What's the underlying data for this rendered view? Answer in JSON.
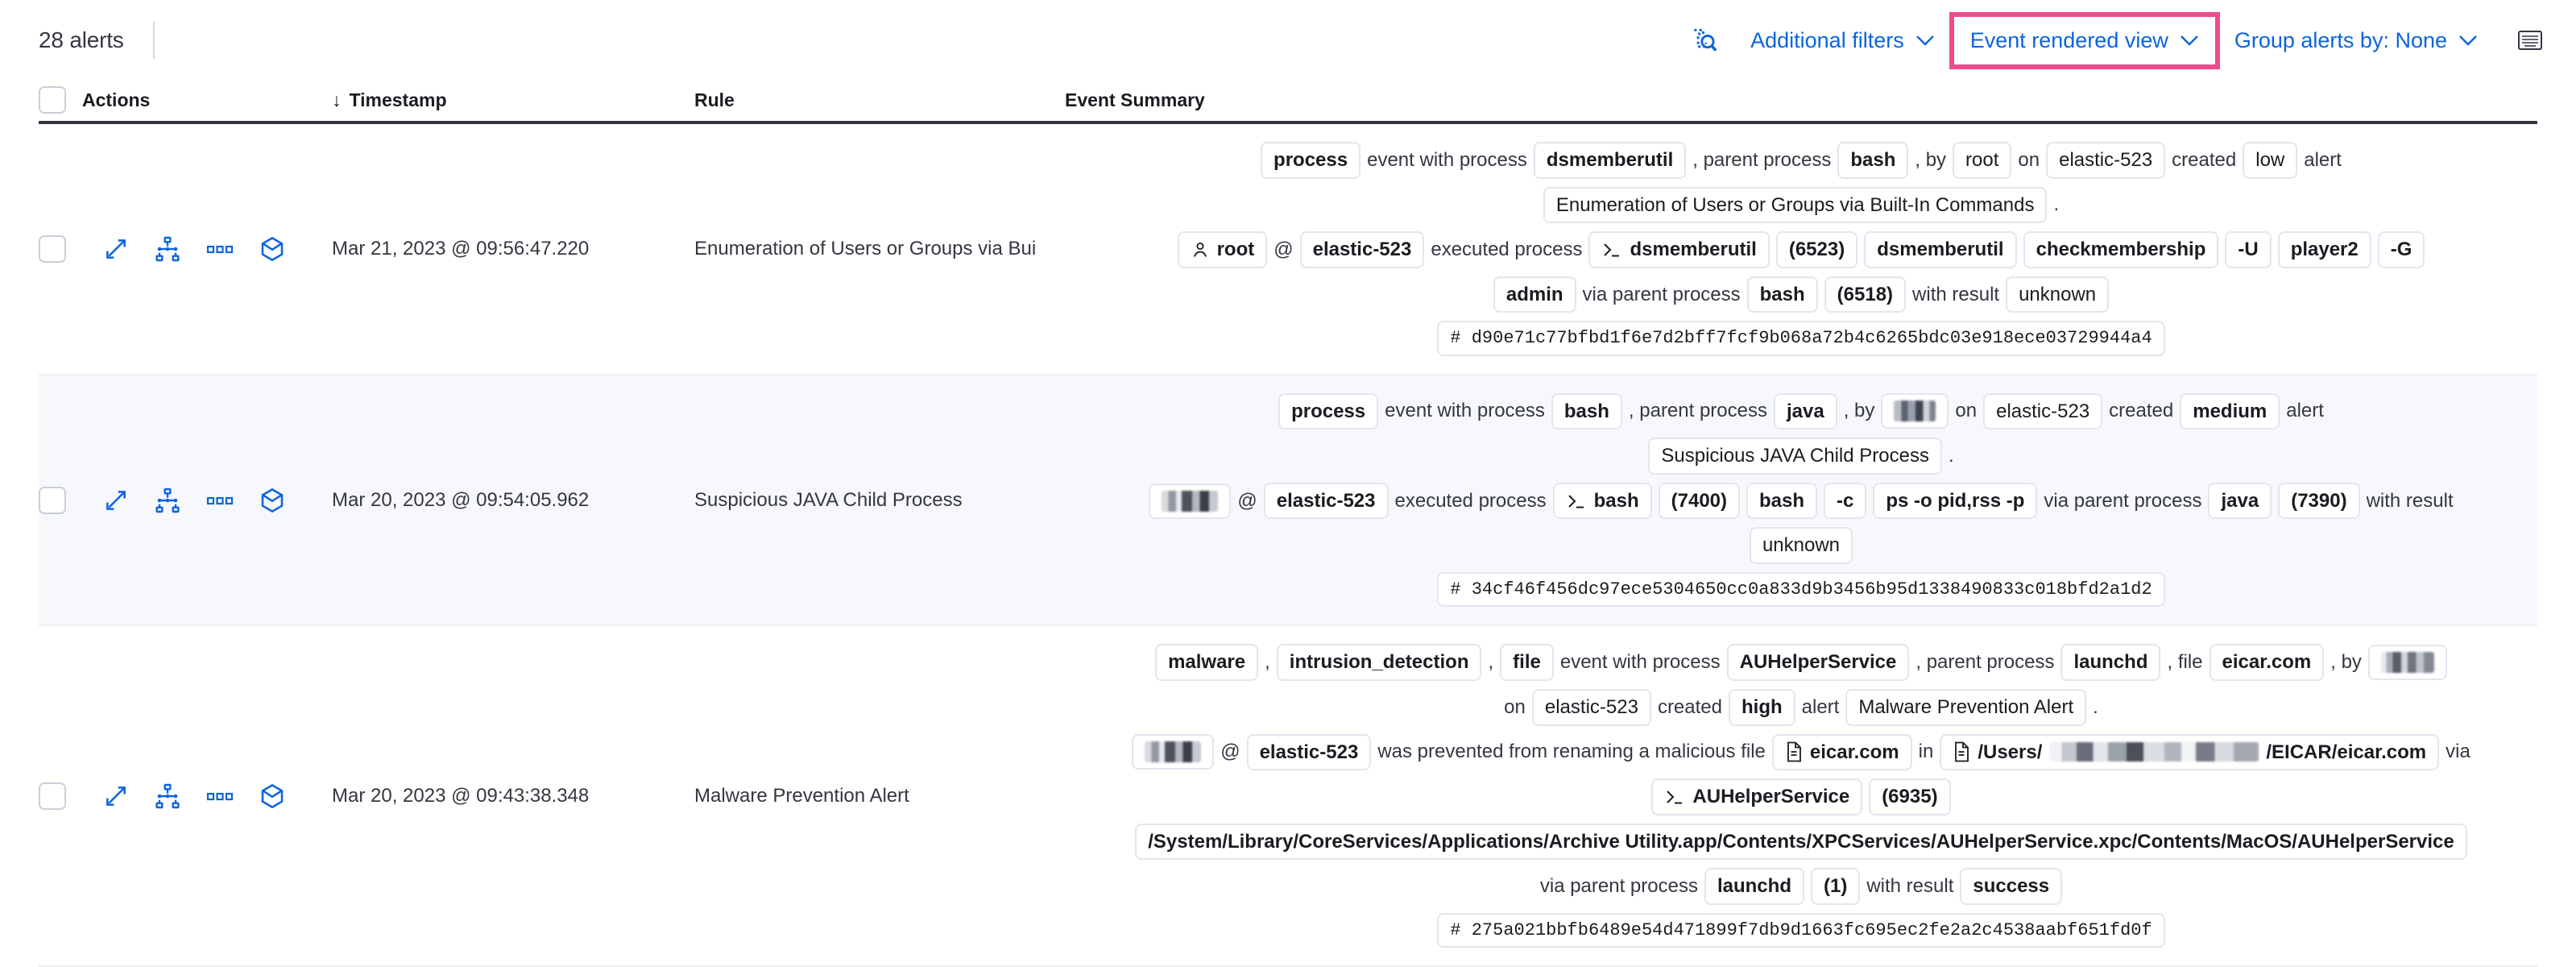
{
  "toolbar": {
    "alert_count": "28 alerts",
    "inspect_icon": "inspect-magnifier-icon",
    "additional_filters": "Additional filters",
    "event_rendered_view": "Event rendered view",
    "group_alerts_by": "Group alerts by: None",
    "caret": "⌄",
    "keyboard_icon": "keyboard-shortcuts-icon",
    "highlight_color": "#ee4a8c",
    "link_color": "#0b64dd"
  },
  "table": {
    "columns": {
      "select_all": "select-all-checkbox",
      "actions": "Actions",
      "timestamp": "Timestamp",
      "timestamp_sort": "↓",
      "rule": "Rule",
      "event_summary": "Event Summary"
    },
    "row_actions": [
      {
        "name": "expand-icon",
        "label": "Expand"
      },
      {
        "name": "analyzer-icon",
        "label": "Analyze event"
      },
      {
        "name": "more-actions-icon",
        "label": "More actions"
      },
      {
        "name": "session-view-icon",
        "label": "Open session view"
      }
    ],
    "rows": [
      {
        "timestamp": "Mar 21, 2023 @ 09:56:47.220",
        "rule": "Enumeration of Users or Groups via Bui",
        "striped": false,
        "summary": [
          {
            "parts": [
              {
                "t": "pill",
                "v": "process",
                "bold": true
              },
              {
                "t": "text",
                "v": "event with process"
              },
              {
                "t": "pill",
                "v": "dsmemberutil",
                "bold": true
              },
              {
                "t": "text",
                "v": ", parent process"
              },
              {
                "t": "pill",
                "v": "bash",
                "bold": true
              },
              {
                "t": "text",
                "v": ", by"
              },
              {
                "t": "pill",
                "v": "root"
              },
              {
                "t": "text",
                "v": "on"
              },
              {
                "t": "pill",
                "v": "elastic-523"
              },
              {
                "t": "text",
                "v": "created"
              },
              {
                "t": "pill",
                "v": "low"
              },
              {
                "t": "text",
                "v": "alert"
              }
            ]
          },
          {
            "parts": [
              {
                "t": "pill",
                "v": "Enumeration of Users or Groups via Built-In Commands"
              },
              {
                "t": "text",
                "v": "."
              }
            ]
          },
          {
            "parts": [
              {
                "t": "pill",
                "v": "root",
                "icon": "user-icon",
                "bold": true
              },
              {
                "t": "text",
                "v": "@"
              },
              {
                "t": "pill",
                "v": "elastic-523",
                "bold": true
              },
              {
                "t": "text",
                "v": "executed process"
              },
              {
                "t": "pill",
                "v": "dsmemberutil",
                "icon": "console-icon",
                "bold": true
              },
              {
                "t": "pill",
                "v": "(6523)",
                "bold": true
              },
              {
                "t": "pill",
                "v": "dsmemberutil",
                "bold": true
              },
              {
                "t": "pill",
                "v": "checkmembership",
                "bold": true
              },
              {
                "t": "pill",
                "v": "-U",
                "bold": true
              },
              {
                "t": "pill",
                "v": "player2",
                "bold": true
              },
              {
                "t": "pill",
                "v": "-G",
                "bold": true
              }
            ]
          },
          {
            "parts": [
              {
                "t": "pill",
                "v": "admin",
                "bold": true
              },
              {
                "t": "text",
                "v": "via parent process"
              },
              {
                "t": "pill",
                "v": "bash",
                "bold": true
              },
              {
                "t": "pill",
                "v": "(6518)",
                "bold": true
              },
              {
                "t": "text",
                "v": "with result"
              },
              {
                "t": "pill",
                "v": "unknown"
              }
            ]
          },
          {
            "parts": [
              {
                "t": "pill",
                "v": "#  d90e71c77bfbd1f6e7d2bff7fcf9b068a72b4c6265bdc03e918ece03729944a4",
                "mono": true
              }
            ]
          }
        ]
      },
      {
        "timestamp": "Mar 20, 2023 @ 09:54:05.962",
        "rule": "Suspicious JAVA Child Process",
        "striped": true,
        "summary": [
          {
            "parts": [
              {
                "t": "pill",
                "v": "process",
                "bold": true
              },
              {
                "t": "text",
                "v": "event with process"
              },
              {
                "t": "pill",
                "v": "bash",
                "bold": true
              },
              {
                "t": "text",
                "v": ", parent process"
              },
              {
                "t": "pill",
                "v": "java",
                "bold": true
              },
              {
                "t": "text",
                "v": ", by"
              },
              {
                "t": "redacted",
                "v": "",
                "variant": "r1"
              },
              {
                "t": "text",
                "v": "on"
              },
              {
                "t": "pill",
                "v": "elastic-523"
              },
              {
                "t": "text",
                "v": "created"
              },
              {
                "t": "pill",
                "v": "medium",
                "bold": true
              },
              {
                "t": "text",
                "v": "alert"
              }
            ]
          },
          {
            "parts": [
              {
                "t": "pill",
                "v": "Suspicious JAVA Child Process"
              },
              {
                "t": "text",
                "v": "."
              }
            ]
          },
          {
            "parts": [
              {
                "t": "redacted",
                "v": "",
                "variant": "r2"
              },
              {
                "t": "text",
                "v": "@"
              },
              {
                "t": "pill",
                "v": "elastic-523",
                "bold": true
              },
              {
                "t": "text",
                "v": "executed process"
              },
              {
                "t": "pill",
                "v": "bash",
                "icon": "console-icon",
                "bold": true
              },
              {
                "t": "pill",
                "v": "(7400)",
                "bold": true
              },
              {
                "t": "pill",
                "v": "bash",
                "bold": true
              },
              {
                "t": "pill",
                "v": "-c",
                "bold": true
              },
              {
                "t": "pill",
                "v": "ps -o pid,rss -p",
                "bold": true
              },
              {
                "t": "text",
                "v": "via parent process"
              },
              {
                "t": "pill",
                "v": "java",
                "bold": true
              },
              {
                "t": "pill",
                "v": "(7390)",
                "bold": true
              },
              {
                "t": "text",
                "v": "with result"
              }
            ]
          },
          {
            "parts": [
              {
                "t": "pill",
                "v": "unknown"
              }
            ]
          },
          {
            "parts": [
              {
                "t": "pill",
                "v": "#  34cf46f456dc97ece5304650cc0a833d9b3456b95d1338490833c018bfd2a1d2",
                "mono": true
              }
            ]
          }
        ]
      },
      {
        "timestamp": "Mar 20, 2023 @ 09:43:38.348",
        "rule": "Malware Prevention Alert",
        "striped": false,
        "summary": [
          {
            "parts": [
              {
                "t": "pill",
                "v": "malware",
                "bold": true
              },
              {
                "t": "text",
                "v": ","
              },
              {
                "t": "pill",
                "v": "intrusion_detection",
                "bold": true
              },
              {
                "t": "text",
                "v": ","
              },
              {
                "t": "pill",
                "v": "file",
                "bold": true
              },
              {
                "t": "text",
                "v": "event with process"
              },
              {
                "t": "pill",
                "v": "AUHelperService",
                "bold": true
              },
              {
                "t": "text",
                "v": ", parent process"
              },
              {
                "t": "pill",
                "v": "launchd",
                "bold": true
              },
              {
                "t": "text",
                "v": ", file"
              },
              {
                "t": "pill",
                "v": "eicar.com",
                "bold": true
              },
              {
                "t": "text",
                "v": ", by"
              },
              {
                "t": "redacted",
                "v": "",
                "variant": "r3"
              }
            ]
          },
          {
            "parts": [
              {
                "t": "text",
                "v": "on"
              },
              {
                "t": "pill",
                "v": "elastic-523"
              },
              {
                "t": "text",
                "v": "created"
              },
              {
                "t": "pill",
                "v": "high",
                "bold": true
              },
              {
                "t": "text",
                "v": "alert"
              },
              {
                "t": "pill",
                "v": "Malware Prevention Alert"
              },
              {
                "t": "text",
                "v": "."
              }
            ]
          },
          {
            "parts": [
              {
                "t": "redacted",
                "v": "",
                "variant": "r2"
              },
              {
                "t": "text",
                "v": "@"
              },
              {
                "t": "pill",
                "v": "elastic-523",
                "bold": true
              },
              {
                "t": "text",
                "v": "was prevented from renaming a malicious file"
              },
              {
                "t": "pill",
                "v": "eicar.com",
                "icon": "file-icon",
                "bold": true
              },
              {
                "t": "text",
                "v": "in"
              },
              {
                "t": "pill-path",
                "v": "/Users/",
                "suffix": "/EICAR/eicar.com",
                "icon": "file-icon",
                "bold": true
              },
              {
                "t": "text",
                "v": "via"
              }
            ]
          },
          {
            "parts": [
              {
                "t": "pill",
                "v": "AUHelperService",
                "icon": "console-icon",
                "bold": true
              },
              {
                "t": "pill",
                "v": "(6935)",
                "bold": true
              }
            ]
          },
          {
            "parts": [
              {
                "t": "pill",
                "v": "/System/Library/CoreServices/Applications/Archive Utility.app/Contents/XPCServices/AUHelperService.xpc/Contents/MacOS/AUHelperService",
                "bold": true
              }
            ]
          },
          {
            "parts": [
              {
                "t": "text",
                "v": "via parent process"
              },
              {
                "t": "pill",
                "v": "launchd",
                "bold": true
              },
              {
                "t": "pill",
                "v": "(1)",
                "bold": true
              },
              {
                "t": "text",
                "v": "with result"
              },
              {
                "t": "pill",
                "v": "success",
                "bold": true
              }
            ]
          },
          {
            "parts": [
              {
                "t": "pill",
                "v": "#  275a021bbfb6489e54d471899f7db9d1663fc695ec2fe2a2c4538aabf651fd0f",
                "mono": true
              }
            ]
          }
        ]
      }
    ]
  }
}
